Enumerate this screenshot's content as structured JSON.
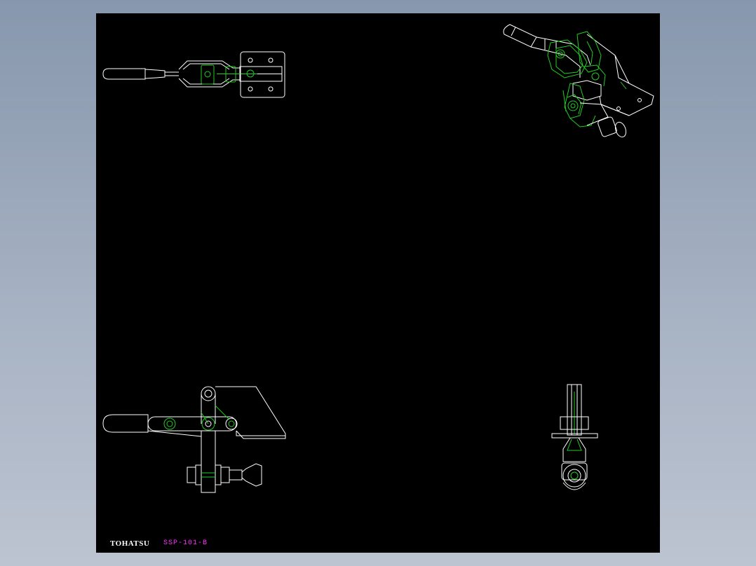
{
  "title_block": {
    "brand": "TOHATSU",
    "part_number": "SSP-101-B"
  },
  "colors": {
    "background": "#9aa6b8",
    "sheet": "#000000",
    "outline": "#ffffff",
    "hidden_parts": "#22cc22",
    "part_number_text": "#ff33ff"
  },
  "views": [
    "top-view",
    "isometric-view",
    "front-view",
    "side-view"
  ]
}
